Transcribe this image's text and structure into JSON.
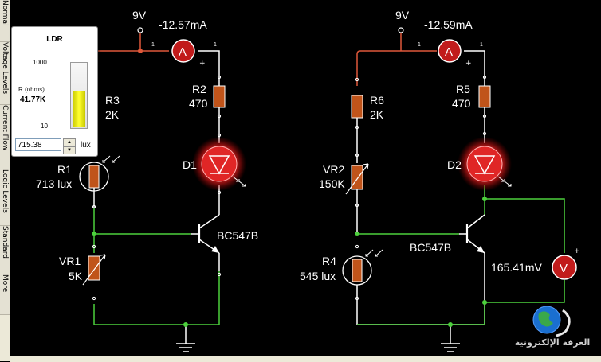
{
  "side_tabs": [
    "Normal",
    "Voltage Levels",
    "Current Flow",
    "Logic Levels",
    "Standard",
    "More"
  ],
  "ldr_panel": {
    "title": "LDR",
    "scale_max": "1000",
    "scale_min": "10",
    "resistance_label": "R (ohms)",
    "resistance_value": "41.77K",
    "lux_value": "715.38",
    "lux_unit": "lux",
    "level": 0.55
  },
  "circuit_left": {
    "supply": "9V",
    "ammeter_reading": "-12.57mA",
    "r2_name": "R2",
    "r2_value": "470",
    "r3_name": "R3",
    "r3_value": "2K",
    "d1_name": "D1",
    "r1_name": "R1",
    "r1_value": "713 lux",
    "vr1_name": "VR1",
    "vr1_value": "5K",
    "transistor": "BC547B"
  },
  "circuit_right": {
    "supply": "9V",
    "ammeter_reading": "-12.59mA",
    "r5_name": "R5",
    "r5_value": "470",
    "r6_name": "R6",
    "r6_value": "2K",
    "d2_name": "D2",
    "vr2_name": "VR2",
    "vr2_value": "150K",
    "r4_name": "R4",
    "r4_value": "545 lux",
    "transistor": "BC547B",
    "voltmeter_reading": "165.41mV"
  },
  "meter_symbols": {
    "ammeter": "A",
    "voltmeter": "V"
  },
  "logo_text": "الغرفة الإلكترونية",
  "colors": {
    "background": "#000000",
    "wire": "#ffffff",
    "live_wire": "#4ccf3c",
    "supply_wire": "#e0583a",
    "led_glow": "#ff3a3a"
  }
}
